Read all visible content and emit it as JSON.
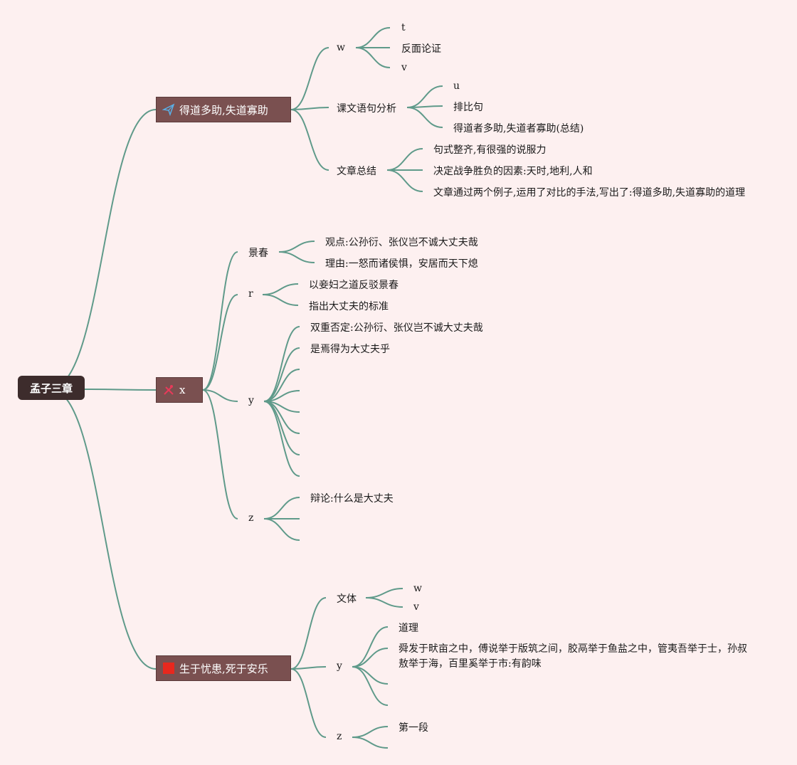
{
  "root": {
    "label": "孟子三章"
  },
  "branches": [
    {
      "label": "得道多助,失道寡助",
      "icon": "paper-plane-icon",
      "children": [
        {
          "label": "w",
          "leaves": [
            "t",
            "反面论证",
            "v"
          ]
        },
        {
          "label": "课文语句分析",
          "leaves": [
            "u",
            "排比句",
            "得道者多助,失道者寡助(总结)"
          ]
        },
        {
          "label": "文章总结",
          "leaves": [
            "句式整齐,有很强的说服力",
            "决定战争胜负的因素:天时,地利,人和",
            "文章通过两个例子,运用了对比的手法,写出了:得道多助,失道寡助的道理"
          ]
        }
      ]
    },
    {
      "label": "x",
      "icon": "tools-icon",
      "children": [
        {
          "label": "景春",
          "leaves": [
            "观点:公孙衍、张仪岂不诚大丈夫哉",
            "理由:一怒而诸侯惧，安居而天下熄"
          ]
        },
        {
          "label": "r",
          "leaves": [
            "以妾妇之道反驳景春",
            "指出大丈夫的标准"
          ]
        },
        {
          "label": "y",
          "leaves": [
            "双重否定:公孙衍、张仪岂不诚大丈夫哉",
            "是焉得为大丈夫乎",
            "",
            "",
            "",
            "",
            "",
            ""
          ]
        },
        {
          "label": "z",
          "leaves": [
            "辩论:什么是大丈夫",
            "",
            ""
          ]
        }
      ]
    },
    {
      "label": "生于忧患,死于安乐",
      "icon": "red-flag-icon",
      "children": [
        {
          "label": "文体",
          "leaves": [
            "w",
            "v"
          ]
        },
        {
          "label": "y",
          "leaves": [
            "道理",
            "舜发于畎亩之中，傅说举于版筑之间，胶鬲举于鱼盐之中，管夷吾举于士，孙叔敖举于海，百里奚举于市:有韵味",
            "",
            ""
          ]
        },
        {
          "label": "z",
          "leaves": [
            "第一段",
            ""
          ]
        }
      ]
    }
  ],
  "colors": {
    "edge": "#5f9a8a",
    "branch_bg": "#7a5050",
    "root_bg": "#3d2c2c",
    "background": "#fdf0f0"
  }
}
